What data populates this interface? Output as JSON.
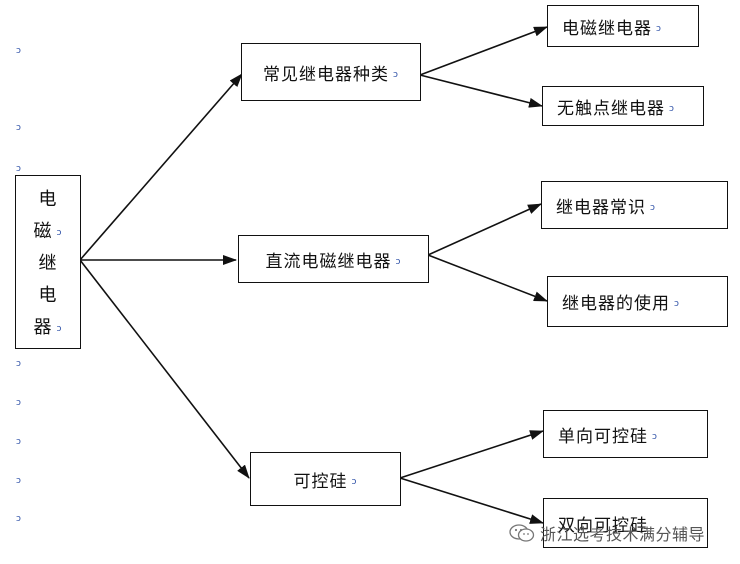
{
  "diagram": {
    "root": {
      "chars": [
        "电",
        "磁",
        "继",
        "电",
        "器"
      ]
    },
    "branches": [
      {
        "label": "常见继电器种类",
        "children": [
          "电磁继电器",
          "无触点继电器"
        ]
      },
      {
        "label": "直流电磁继电器",
        "children": [
          "继电器常识",
          "继电器的使用"
        ]
      },
      {
        "label": "可控硅",
        "children": [
          "单向可控硅",
          "双向可控硅"
        ]
      }
    ],
    "paragraph_mark": "ↄ"
  },
  "watermark": {
    "text": "浙江选考技术满分辅导",
    "icon": "wechat-icon"
  },
  "colors": {
    "line": "#111111",
    "mark": "#2b4ea6",
    "watermark": "#555555"
  }
}
